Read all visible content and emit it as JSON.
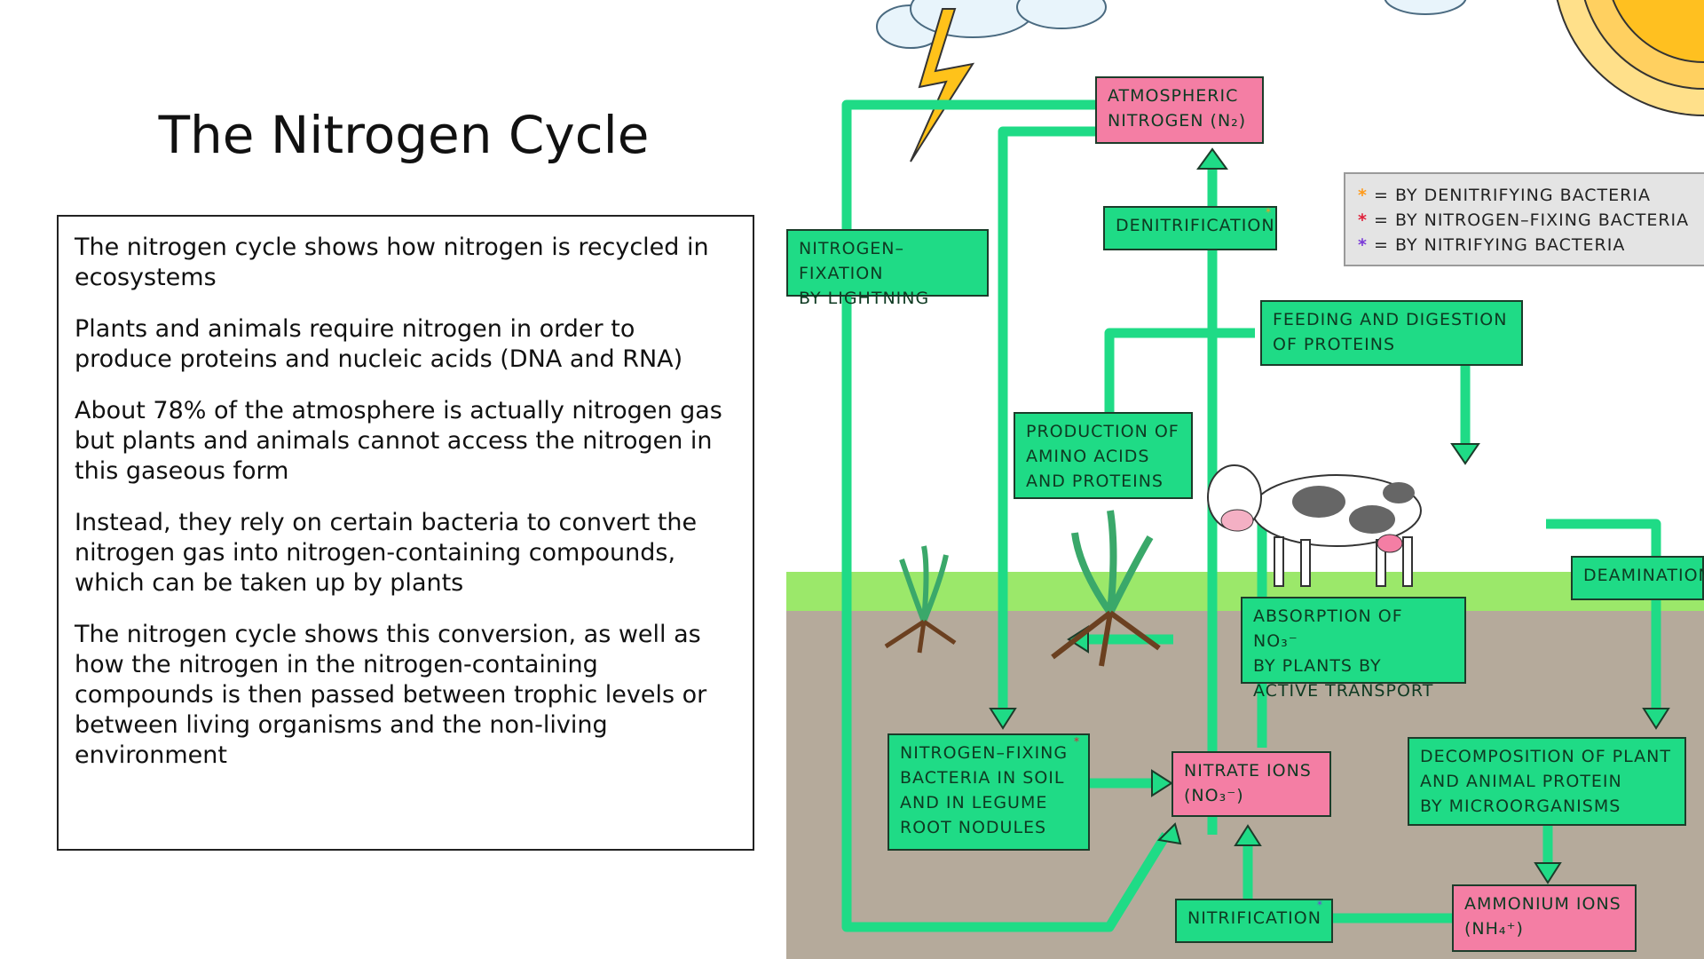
{
  "title": "The Nitrogen Cycle",
  "paragraphs": [
    "The nitrogen cycle shows how nitrogen is recycled in ecosystems",
    "Plants and animals require nitrogen in order to produce proteins and nucleic acids (DNA and RNA)",
    "About 78% of the atmosphere is actually nitrogen gas but plants and animals cannot access the nitrogen in this gaseous form",
    "Instead, they rely on certain bacteria to convert the nitrogen gas into nitrogen-containing compounds, which can be taken up by plants",
    "The nitrogen cycle shows this conversion, as well as how the nitrogen in the nitrogen-containing compounds is then passed between trophic levels or between living organisms and the non-living environment"
  ],
  "diagram": {
    "atmospheric_nitrogen": [
      "ATMOSPHERIC",
      "NITROGEN (N₂)"
    ],
    "nitrogen_fixation_lightning": [
      "NITROGEN–FIXATION",
      "BY  LIGHTNING"
    ],
    "denitrification": "DENITRIFICATION",
    "feeding_digestion": [
      "FEEDING  AND  DIGESTION",
      "OF  PROTEINS"
    ],
    "production_amino": [
      "PRODUCTION  OF",
      "AMINO  ACIDS",
      "AND  PROTEINS"
    ],
    "deamination": "DEAMINATION",
    "absorption": [
      "ABSORPTION  OF  NO₃⁻",
      "BY  PLANTS  BY",
      "ACTIVE  TRANSPORT"
    ],
    "nitrogen_fixing_bacteria": [
      "NITROGEN–FIXING",
      "BACTERIA  IN  SOIL",
      "AND  IN  LEGUME",
      "ROOT  NODULES"
    ],
    "nitrate_ions": [
      "NITRATE  IONS",
      "(NO₃⁻)"
    ],
    "decomposition": [
      "DECOMPOSITION  OF  PLANT",
      "AND  ANIMAL  PROTEIN",
      "BY  MICROORGANISMS"
    ],
    "nitrification": "NITRIFICATION",
    "ammonium_ions": [
      "AMMONIUM  IONS",
      "(NH₄⁺)"
    ]
  },
  "legend": [
    {
      "star": "*",
      "text": "= BY  DENITRIFYING   BACTERIA",
      "color": "#ff9a1a"
    },
    {
      "star": "*",
      "text": "= BY  NITROGEN–FIXING   BACTERIA",
      "color": "#e0203a"
    },
    {
      "star": "*",
      "text": "= BY  NITRIFYING   BACTERIA",
      "color": "#7a3ad8"
    }
  ],
  "colors": {
    "box_green": "#1fdb86",
    "box_pink": "#f47ea4",
    "grass": "#9be86a",
    "soil": "#b5aa9b"
  }
}
